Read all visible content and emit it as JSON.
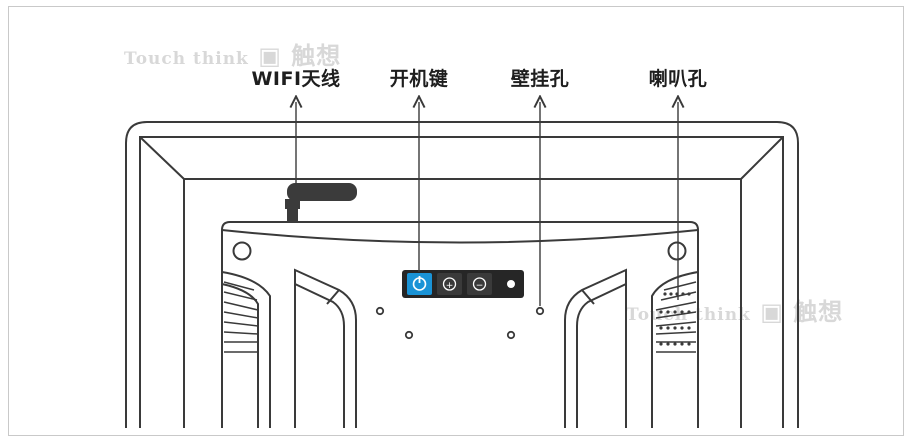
{
  "labels": {
    "wifi_antenna": "WIFI天线",
    "power_button": "开机键",
    "wall_mount_hole": "壁挂孔",
    "speaker_hole": "喇叭孔"
  },
  "watermark": {
    "latin": "Touch think",
    "chinese": "触想"
  },
  "colors": {
    "line": "#3a3a3a",
    "panel_dark": "#2b2b2b",
    "power_active": "#1a93d6",
    "label_text": "#1e1e1e",
    "watermark": "#d8d8d8"
  },
  "icons": [
    "power-icon",
    "brightness-up-icon",
    "brightness-down-icon"
  ]
}
